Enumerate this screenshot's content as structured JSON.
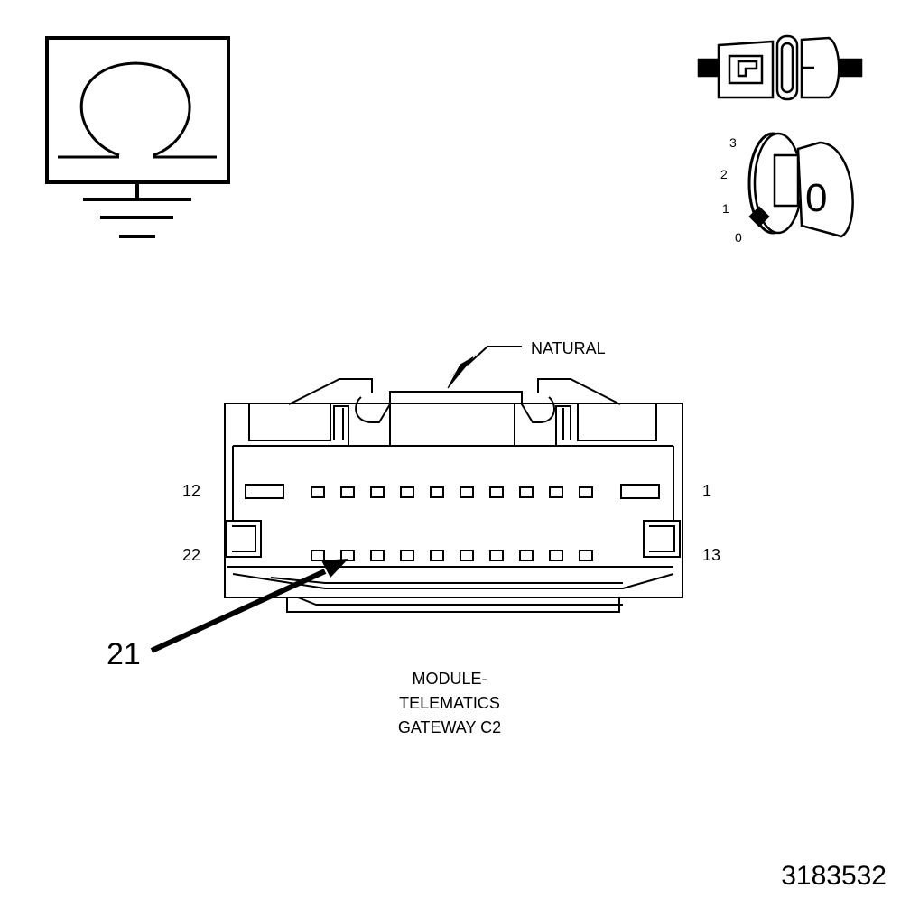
{
  "callout": {
    "natural_label": "NATURAL",
    "pin_label": "21"
  },
  "pin_numbers": {
    "top_left": "12",
    "top_right": "1",
    "bottom_left": "22",
    "bottom_right": "13"
  },
  "connector_name": {
    "line1": "MODULE-",
    "line2": "TELEMATICS",
    "line3": "GATEWAY C2"
  },
  "ignition": {
    "positions": [
      "3",
      "2",
      "1",
      "0"
    ],
    "key_mark": "0"
  },
  "figure_id": "3183532",
  "icons": [
    "resistance-ground-icon",
    "connector-plug-icon",
    "ignition-key-icon"
  ],
  "colors": {
    "line": "#000000",
    "background": "#ffffff",
    "fill": "#ffffff"
  }
}
